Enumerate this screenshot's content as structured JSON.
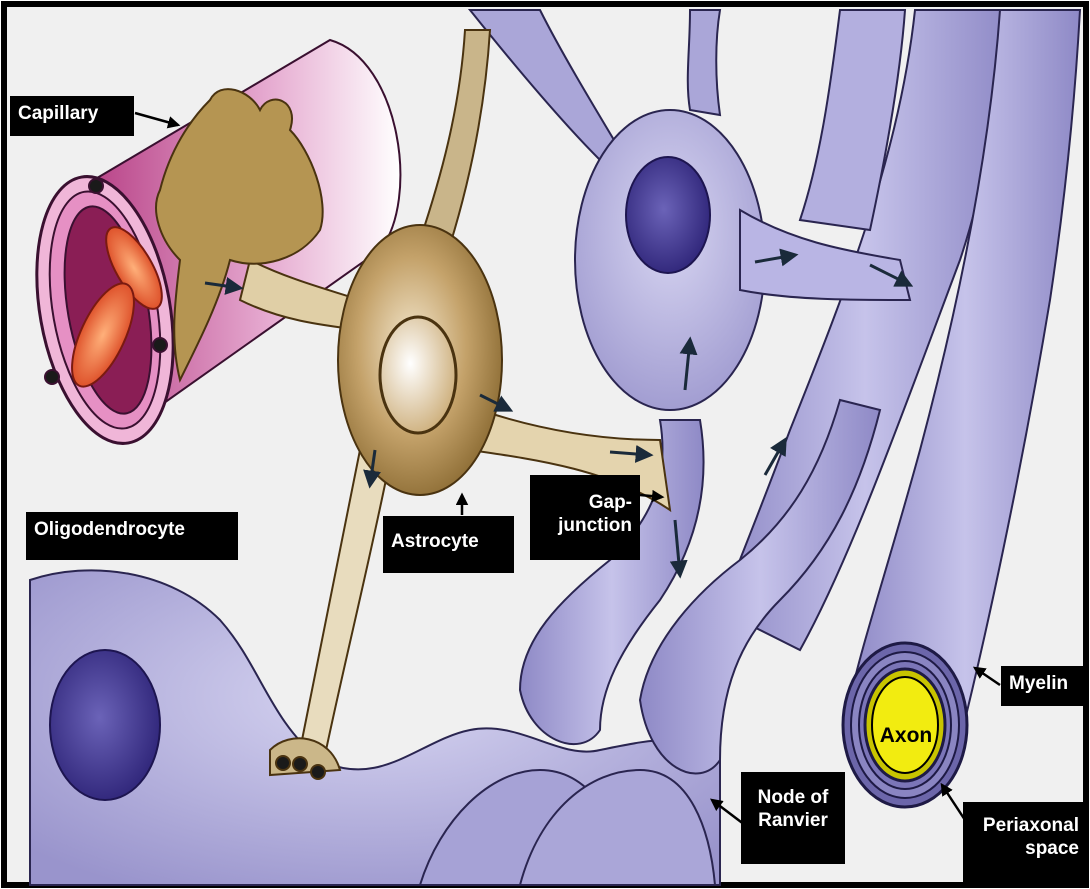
{
  "labels": {
    "capillary": "Capillary",
    "oligodendrocyte": "Oligodendrocyte",
    "astrocyte": "Astrocyte",
    "gap_junction_line1": "Gap-",
    "gap_junction_line2": "junction",
    "myelin": "Myelin",
    "axon": "Axon",
    "node_line1": "Node of",
    "node_line2": "Ranvier",
    "periaxonal_line1": "Periaxonal",
    "periaxonal_line2": "space"
  },
  "colors": {
    "astrocyte": "#a8844c",
    "oligodendrocyte": "#9c98d0",
    "nucleus": "#3a2f86",
    "capillary": "#c7468e",
    "red_blood_cell": "#e8542a",
    "axon": "#f2ec10",
    "label_background": "#000000",
    "label_text": "#ffffff"
  }
}
